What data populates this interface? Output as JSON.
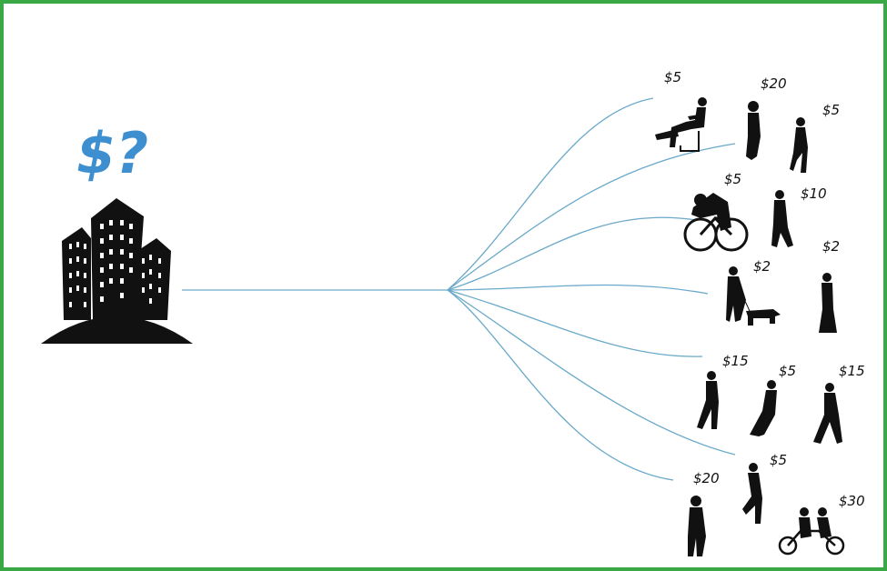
{
  "company": {
    "price_question": "$?",
    "icon": "office-buildings-icon"
  },
  "colors": {
    "frame": "#3aa845",
    "lines": "#6aa9c9",
    "question": "#3d8fd0",
    "silhouette": "#111111"
  },
  "customers": [
    {
      "price": "$5",
      "figure": "person-sitting-reading"
    },
    {
      "price": "$20",
      "figure": "person-standing"
    },
    {
      "price": "$5",
      "figure": "person-walking"
    },
    {
      "price": "$5",
      "figure": "cyclist"
    },
    {
      "price": "$10",
      "figure": "person-walking"
    },
    {
      "price": "$2",
      "figure": "person-walking-dog"
    },
    {
      "price": "$2",
      "figure": "person-standing"
    },
    {
      "price": "$15",
      "figure": "person-walking"
    },
    {
      "price": "$5",
      "figure": "person-walking"
    },
    {
      "price": "$15",
      "figure": "person-walking"
    },
    {
      "price": "$5",
      "figure": "person-dancing"
    },
    {
      "price": "$20",
      "figure": "person-standing"
    },
    {
      "price": "$30",
      "figure": "tandem-cyclists"
    }
  ]
}
